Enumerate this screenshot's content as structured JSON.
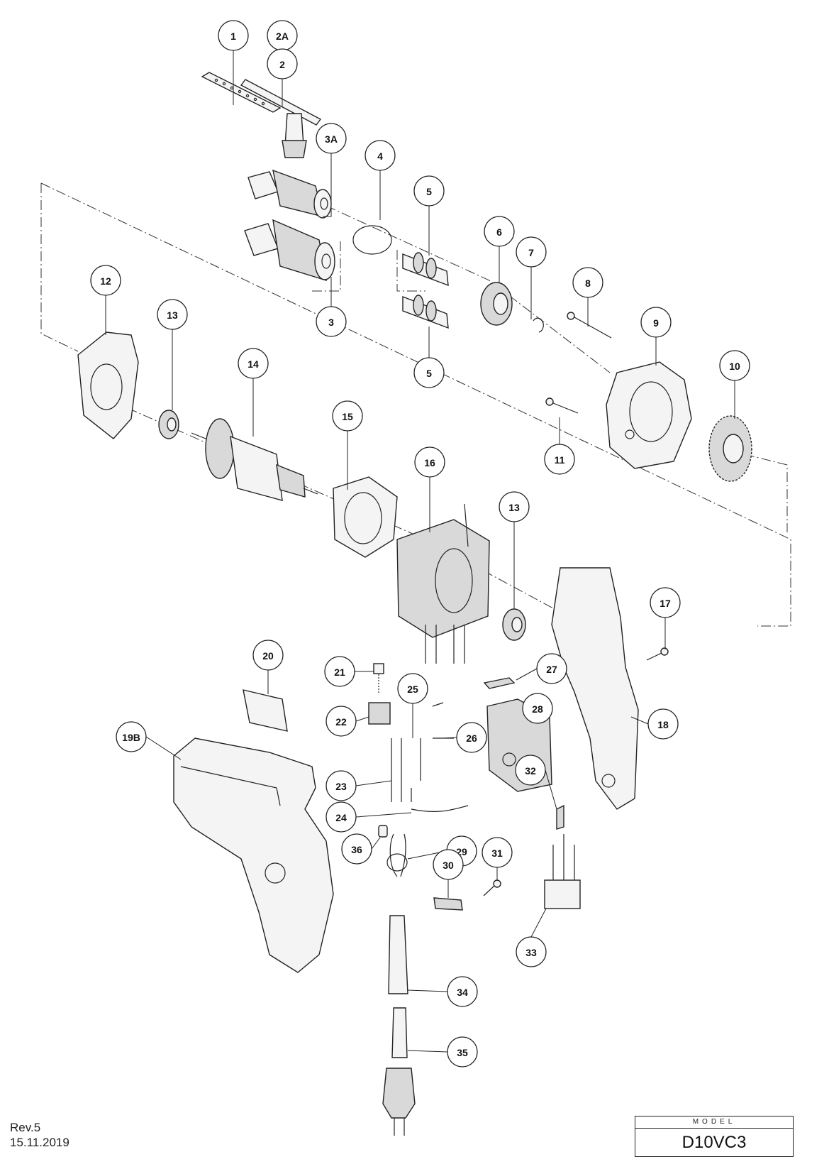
{
  "diagram": {
    "callouts": [
      {
        "id": "1",
        "label": "1"
      },
      {
        "id": "2A",
        "label": "2A"
      },
      {
        "id": "2",
        "label": "2"
      },
      {
        "id": "3A",
        "label": "3A"
      },
      {
        "id": "4",
        "label": "4"
      },
      {
        "id": "5a",
        "label": "5"
      },
      {
        "id": "6",
        "label": "6"
      },
      {
        "id": "7",
        "label": "7"
      },
      {
        "id": "8",
        "label": "8"
      },
      {
        "id": "12",
        "label": "12"
      },
      {
        "id": "13a",
        "label": "13"
      },
      {
        "id": "3",
        "label": "3"
      },
      {
        "id": "9",
        "label": "9"
      },
      {
        "id": "10",
        "label": "10"
      },
      {
        "id": "14",
        "label": "14"
      },
      {
        "id": "5b",
        "label": "5"
      },
      {
        "id": "15",
        "label": "15"
      },
      {
        "id": "11",
        "label": "11"
      },
      {
        "id": "16",
        "label": "16"
      },
      {
        "id": "13b",
        "label": "13"
      },
      {
        "id": "17",
        "label": "17"
      },
      {
        "id": "20",
        "label": "20"
      },
      {
        "id": "21",
        "label": "21"
      },
      {
        "id": "27",
        "label": "27"
      },
      {
        "id": "25",
        "label": "25"
      },
      {
        "id": "28",
        "label": "28"
      },
      {
        "id": "22",
        "label": "22"
      },
      {
        "id": "26",
        "label": "26"
      },
      {
        "id": "18",
        "label": "18"
      },
      {
        "id": "19B",
        "label": "19B"
      },
      {
        "id": "23",
        "label": "23"
      },
      {
        "id": "24",
        "label": "24"
      },
      {
        "id": "32",
        "label": "32"
      },
      {
        "id": "36",
        "label": "36"
      },
      {
        "id": "29",
        "label": "29"
      },
      {
        "id": "31",
        "label": "31"
      },
      {
        "id": "30",
        "label": "30"
      },
      {
        "id": "33",
        "label": "33"
      },
      {
        "id": "34",
        "label": "34"
      },
      {
        "id": "35",
        "label": "35"
      }
    ]
  },
  "footer": {
    "revision": "Rev.5",
    "date": "15.11.2019",
    "model_label": "MODEL",
    "model_value": "D10VC3"
  }
}
